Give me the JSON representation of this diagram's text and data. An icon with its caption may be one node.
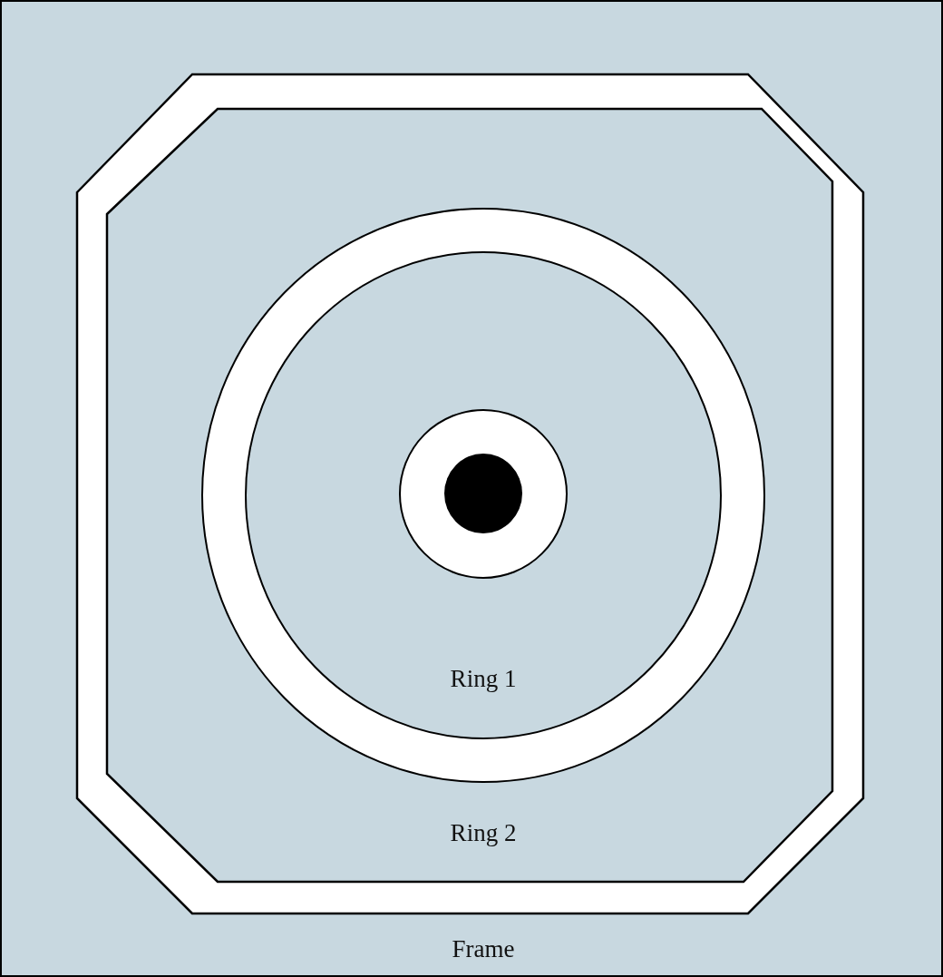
{
  "diagram": {
    "nodes": [
      {
        "text": [
          "Frame"
        ]
      },
      {
        "text": [
          "Ring 2"
        ],
        "in": 0
      },
      {
        "text": [
          "Ring 1"
        ],
        "in": 1
      },
      {
        "text": [],
        "shape": "circle",
        "in": 2
      },
      {
        "text": [],
        "shape": "circle",
        "in": 3
      }
    ],
    "edges": []
  }
}
